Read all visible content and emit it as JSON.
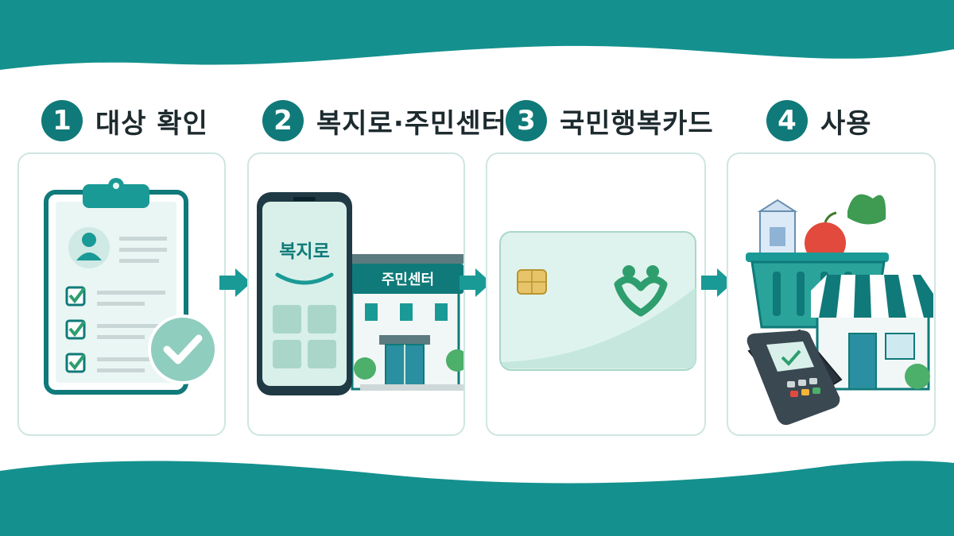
{
  "steps": [
    {
      "number": "1",
      "title": "대상 확인"
    },
    {
      "number": "2",
      "title": "복지로·주민센터"
    },
    {
      "number": "3",
      "title": "국민행복카드"
    },
    {
      "number": "4",
      "title": "사용"
    }
  ],
  "panel2": {
    "app_label": "복지로",
    "building_sign": "주민센터"
  },
  "colors": {
    "teal_dark": "#0f7a79",
    "teal": "#1a9a96",
    "mint": "#d7efe9",
    "green": "#2f9e6e",
    "ink": "#1d2a2e"
  },
  "icons": [
    "clipboard-checklist-icon",
    "smartphone-icon",
    "community-center-building-icon",
    "payment-card-icon",
    "heart-logo-icon",
    "shopping-basket-icon",
    "storefront-icon",
    "card-terminal-icon"
  ]
}
